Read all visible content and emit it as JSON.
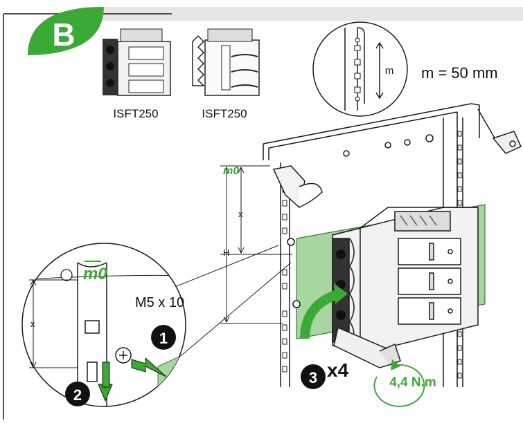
{
  "header": {
    "step_badge": "B"
  },
  "products": [
    {
      "label": "ISFT250"
    },
    {
      "label": "ISFT250"
    }
  ],
  "spacing_callout": {
    "symbol": "m",
    "equation": "m = 50 mm"
  },
  "dimensions": {
    "origin_main": "m0",
    "origin_detail": "m0",
    "x_main": "x",
    "h_main": "H",
    "x_detail": "x"
  },
  "screw": {
    "spec": "M5 x 10"
  },
  "steps": [
    {
      "number": "1"
    },
    {
      "number": "2"
    },
    {
      "number": "3"
    }
  ],
  "quantity": "x4",
  "torque": "4,4 N.m",
  "colors": {
    "accent_green": "#3aa935",
    "panel_green": "#a8d6a0",
    "header_grey": "#e6e6e6",
    "line_black": "#1a1a1a"
  }
}
